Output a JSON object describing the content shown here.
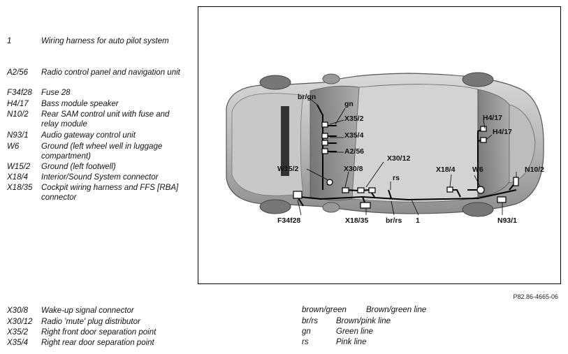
{
  "legend_top": [
    {
      "code": "1",
      "desc": "Wiring harness for auto pilot system"
    },
    {
      "code": "A2/56",
      "desc": "Radio control panel and navigation unit"
    },
    {
      "code": "F34f28",
      "desc": "Fuse 28"
    },
    {
      "code": "H4/17",
      "desc": "Bass module speaker"
    },
    {
      "code": "N10/2",
      "desc": "Rear SAM control unit with fuse and relay module"
    },
    {
      "code": "N93/1",
      "desc": "Audio gateway control unit"
    },
    {
      "code": "W6",
      "desc": "Ground (left wheel well in luggage compartment)"
    },
    {
      "code": "W15/2",
      "desc": "Ground (left footwell)"
    },
    {
      "code": "X18/4",
      "desc": "Interior/Sound System connector"
    },
    {
      "code": "X18/35",
      "desc": "Cockpit wiring harness and FFS [RBA] connector"
    }
  ],
  "legend_bottom": [
    {
      "code": "X30/8",
      "desc": "Wake-up signal connector"
    },
    {
      "code": "X30/12",
      "desc": "Radio 'mute' plug distributor"
    },
    {
      "code": "X35/2",
      "desc": "Right front door separation point"
    },
    {
      "code": "X35/4",
      "desc": "Right rear door separation point"
    }
  ],
  "colors": [
    {
      "abbr": "brown/green",
      "full": "Brown/green line"
    },
    {
      "abbr": "br/rs",
      "full": "Brown/pink line"
    },
    {
      "abbr": "gn",
      "full": "Green line"
    },
    {
      "abbr": "rs",
      "full": "Pink line"
    }
  ],
  "diagram_labels": {
    "brgn": "br/gn",
    "gn": "gn",
    "x35_2": "X35/2",
    "x35_4": "X35/4",
    "a2_56": "A2/56",
    "x30_12": "X30/12",
    "w15_2": "W15/2",
    "x30_8": "X30/8",
    "rs": "rs",
    "x18_4": "X18/4",
    "w6": "W6",
    "n10_2": "N10/2",
    "h4_17a": "H4/17",
    "h4_17b": "H4/17",
    "f34f28": "F34f28",
    "x18_35": "X18/35",
    "brrs": "br/rs",
    "one": "1",
    "n93_1": "N93/1"
  },
  "reference": "P82.86-4665-06"
}
